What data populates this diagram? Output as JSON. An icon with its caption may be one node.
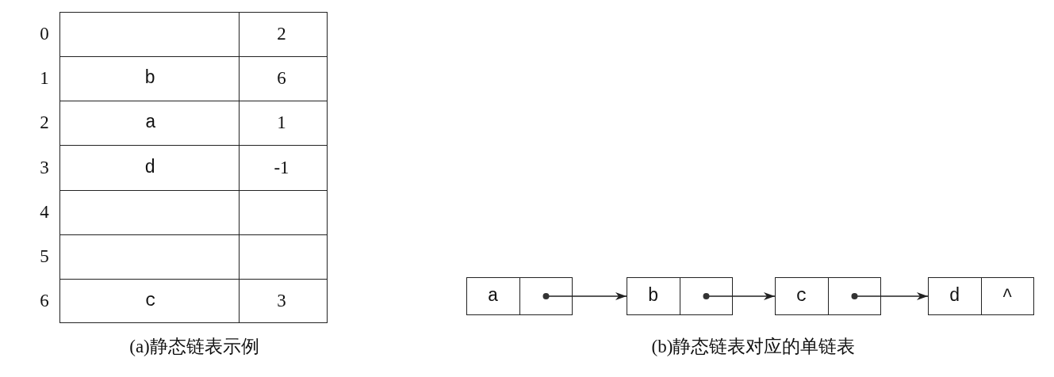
{
  "diagram": {
    "nodes": [
      {
        "text": [
          "a"
        ]
      },
      {
        "text": [
          "b"
        ]
      },
      {
        "text": [
          "c"
        ]
      },
      {
        "text": [
          "d",
          "^"
        ]
      }
    ],
    "edges": [
      {
        "from": 0,
        "to": 1,
        "arrow": "to"
      },
      {
        "from": 1,
        "to": 2,
        "arrow": "to"
      },
      {
        "from": 2,
        "to": 3,
        "arrow": "to"
      }
    ],
    "labels": [
      "0",
      "2",
      "1",
      "b",
      "6",
      "2",
      "a",
      "1",
      "3",
      "d",
      "-1",
      "4",
      "5",
      "6",
      "c",
      "3",
      "(a)静态链表示例",
      "(b)静态链表对应的单链表"
    ]
  }
}
